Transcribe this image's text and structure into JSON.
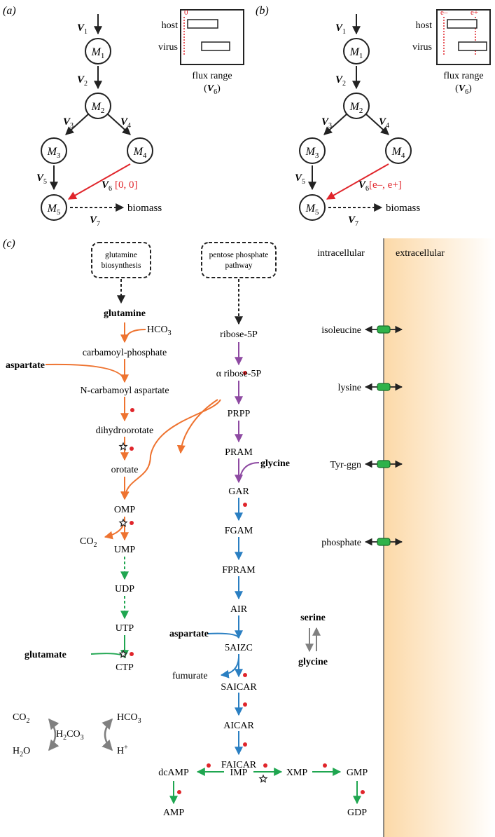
{
  "panels": {
    "a": {
      "label": "(a)",
      "nodes": [
        {
          "letter": "M",
          "sub": "1"
        },
        {
          "letter": "M",
          "sub": "2"
        },
        {
          "letter": "M",
          "sub": "3"
        },
        {
          "letter": "M",
          "sub": "4"
        },
        {
          "letter": "M",
          "sub": "5"
        }
      ],
      "fluxes": [
        {
          "letter": "V",
          "sub": "1"
        },
        {
          "letter": "V",
          "sub": "2"
        },
        {
          "letter": "V",
          "sub": "3"
        },
        {
          "letter": "V",
          "sub": "4"
        },
        {
          "letter": "V",
          "sub": "5"
        },
        {
          "letter": "V",
          "sub": "6"
        },
        {
          "letter": "V",
          "sub": "7"
        }
      ],
      "v6_range": "[0, 0]",
      "biomass": "biomass",
      "inset": {
        "zero": "0",
        "host": "host",
        "virus": "virus",
        "caption": "flux range",
        "cap_open": "(",
        "cap_letter": "V",
        "cap_sub": "6",
        "cap_close": ")"
      }
    },
    "b": {
      "label": "(b)",
      "nodes": [
        {
          "letter": "M",
          "sub": "1"
        },
        {
          "letter": "M",
          "sub": "2"
        },
        {
          "letter": "M",
          "sub": "3"
        },
        {
          "letter": "M",
          "sub": "4"
        },
        {
          "letter": "M",
          "sub": "5"
        }
      ],
      "fluxes": [
        {
          "letter": "V",
          "sub": "1"
        },
        {
          "letter": "V",
          "sub": "2"
        },
        {
          "letter": "V",
          "sub": "3"
        },
        {
          "letter": "V",
          "sub": "4"
        },
        {
          "letter": "V",
          "sub": "5"
        },
        {
          "letter": "V",
          "sub": "6"
        },
        {
          "letter": "V",
          "sub": "7"
        }
      ],
      "v6_range": "[e–, e+]",
      "biomass": "biomass",
      "inset": {
        "e_minus": "e–",
        "e_plus": "e+",
        "host": "host",
        "virus": "virus",
        "caption": "flux range",
        "cap_open": "(",
        "cap_letter": "V",
        "cap_sub": "6",
        "cap_close": ")"
      }
    },
    "c": {
      "label": "(c)",
      "regions": {
        "intracellular": "intracellular",
        "extracellular": "extracellular"
      },
      "sources": [
        {
          "line1": "glutamine",
          "line2": "biosynthesis"
        },
        {
          "line1": "pentose phosphate",
          "line2": "pathway"
        }
      ],
      "pyrimidine": {
        "glutamine": "glutamine",
        "hco3_main": "HCO",
        "hco3_sub": "3",
        "carbamoyl_phosphate": "carbamoyl-phosphate",
        "aspartate": "aspartate",
        "n_carbamoyl_aspartate": "N-carbamoyl aspartate",
        "dihydroorotate": "dihydroorotate",
        "orotate": "orotate",
        "omp": "OMP",
        "co2_main": "CO",
        "co2_sub": "2",
        "ump": "UMP",
        "udp": "UDP",
        "utp": "UTP",
        "glutamate": "glutamate",
        "ctp": "CTP"
      },
      "purine": {
        "ribose_5p": "ribose-5P",
        "alpha_ribose_5p": "α ribose-5P",
        "prpp": "PRPP",
        "pram": "PRAM",
        "glycine": "glycine",
        "gar": "GAR",
        "fgam": "FGAM",
        "fpram": "FPRAM",
        "air": "AIR",
        "aizc": "5AIZC",
        "aspartate": "aspartate",
        "saicar": "SAICAR",
        "fumurate": "fumurate",
        "aicar": "AICAR",
        "faicar": "FAICAR",
        "imp": "IMP",
        "dcamp": "dcAMP",
        "xmp": "XMP",
        "gmp": "GMP",
        "amp": "AMP",
        "gdp": "GDP"
      },
      "exchange": {
        "serine": "serine",
        "glycine": "glycine"
      },
      "equilibrium": {
        "co2_main": "CO",
        "co2_sub": "2",
        "h2o_h": "H",
        "h2o_sub": "2",
        "h2o_o": "O",
        "h2co3_h": "H",
        "h2co3_sub1": "2",
        "h2co3_co": "CO",
        "h2co3_sub2": "3",
        "hco3_main": "HCO",
        "hco3_sub": "3",
        "h_main": "H",
        "h_sup": "+"
      },
      "transporters": [
        "isoleucine",
        "lysine",
        "Tyr-ggn",
        "phosphate"
      ]
    }
  },
  "colors": {
    "pyrimidine": "#ee7330",
    "purine_early": "#8e4aa2",
    "purine_late": "#2a7fc2",
    "phosphorylation": "#1fa650",
    "constraint": "#e0252b",
    "transporter": "#2fb24a",
    "equilibrium": "#808080",
    "extracellular": "#fcd9a8"
  }
}
